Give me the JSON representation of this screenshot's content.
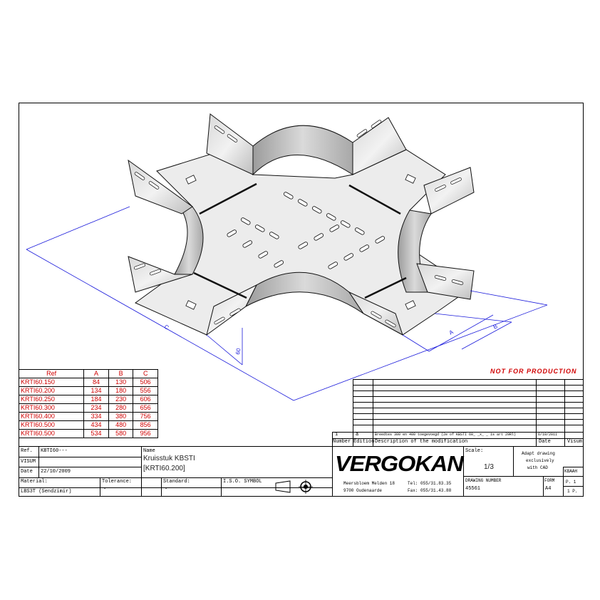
{
  "dimensions": {
    "a": "A",
    "b": "B",
    "c": "C",
    "h": "60"
  },
  "ref_table": {
    "headers": [
      "Ref",
      "A",
      "B",
      "C"
    ],
    "rows": [
      [
        "KRTI60.150",
        "84",
        "130",
        "506"
      ],
      [
        "KRTI60.200",
        "134",
        "180",
        "556"
      ],
      [
        "KRTI60.250",
        "184",
        "230",
        "606"
      ],
      [
        "KRTI60.300",
        "234",
        "280",
        "656"
      ],
      [
        "KRTI60.400",
        "334",
        "380",
        "756"
      ],
      [
        "KRTI60.500",
        "434",
        "480",
        "856"
      ],
      [
        "KRTI60.500",
        "534",
        "580",
        "956"
      ]
    ]
  },
  "notice": "NOT FOR PRODUCTION",
  "revision": {
    "number": "1",
    "edition": "a",
    "description": "Breedtes 300 en 400 toegevoegd (2e of KBSTI 60_ _x_ _ is art 29Rl)",
    "date": "6/10/2011",
    "col_number": "Number",
    "col_edition": "Edition",
    "col_description": "Description of the modification",
    "col_date": "Date",
    "col_visum": "Visum"
  },
  "title_block": {
    "ref_label": "Ref.",
    "ref_value": "KBTI60---",
    "visum_label": "VISUM",
    "date_label": "Date",
    "date_value": "22/10/2009",
    "name_label": "Name",
    "name_line1": "Kruisstuk KBSTI",
    "name_line2": "[KRTI60.200]",
    "material_label": "Material:",
    "material_value": "LBS3T (Sendzimir)",
    "tolerance_label": "Tolerance:",
    "tolerance_value": "-",
    "standard_label": "Standard:",
    "standard_value": "-",
    "iso_label": "I.S.O. SYMBOL",
    "company": "VERGOKAN",
    "address1": "Meersbloem Melden 18",
    "address2": "9700 Oudenaarde",
    "tel": "Tel: 055/31.83.35",
    "fax": "Fax: 055/31.43.88",
    "scale_label": "Scale:",
    "scale_value": "1/3",
    "note": [
      "Adapt drawing",
      "exclusively",
      "with CAD"
    ],
    "drawing_number_label": "DRAWING NUMBER",
    "drawing_number": "45561",
    "form_label": "FORM",
    "form_value": "A4",
    "code": "KBAAH",
    "page": "P. 1",
    "pages": "1 P."
  },
  "colors": {
    "dimension": "#1a1adb",
    "text_red": "#d00000"
  }
}
